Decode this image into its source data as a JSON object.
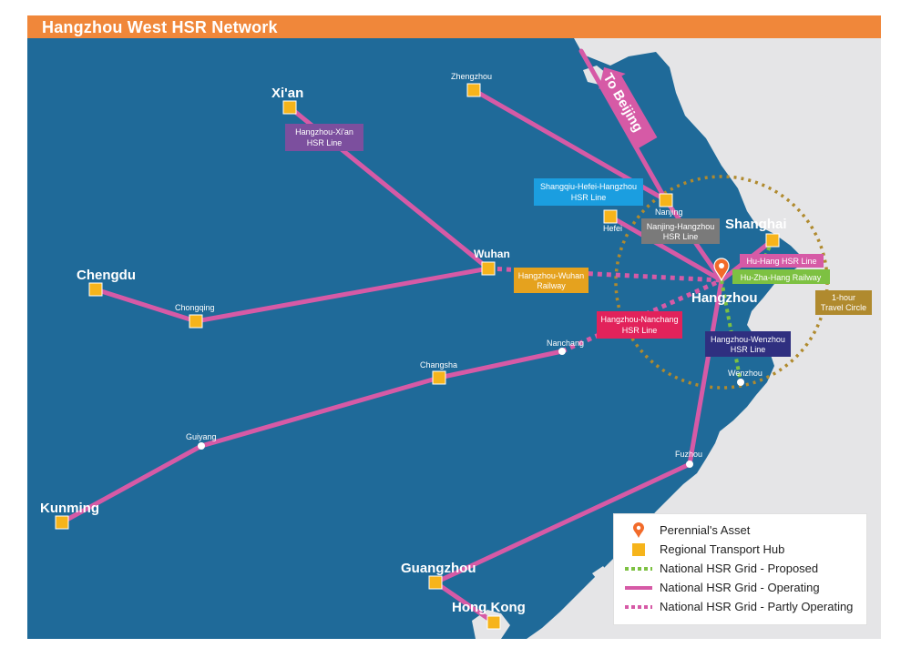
{
  "header": {
    "title": "Hangzhou West HSR Network"
  },
  "colors": {
    "sea": "#1f6a99",
    "land": "#e5e5e7",
    "line_operating": "#d65aa6",
    "line_proposed": "#7dc142",
    "hub": "#f6b41b",
    "asset": "#f26b2a",
    "circle": "#b08a2e",
    "header": "#f0873a"
  },
  "cities": {
    "xian": "Xi'an",
    "zhengzhou": "Zhengzhou",
    "chengdu": "Chengdu",
    "chongqing": "Chongqing",
    "wuhan": "Wuhan",
    "nanjing": "Nanjing",
    "hefei": "Hefei",
    "shanghai": "Shanghai",
    "hangzhou": "Hangzhou",
    "nanchang": "Nanchang",
    "changsha": "Changsha",
    "wenzhou": "Wenzhou",
    "guiyang": "Guiyang",
    "fuzhou": "Fuzhou",
    "kunming": "Kunming",
    "guangzhou": "Guangzhou",
    "hongkong": "Hong Kong"
  },
  "line_labels": {
    "xian_line": [
      "Hangzhou-Xi'an",
      "HSR Line"
    ],
    "shangqiu_line": [
      "Shangqiu-Hefei-Hangzhou",
      "HSR Line"
    ],
    "nanjing_line": [
      "Nanjing-Hangzhou",
      "HSR Line"
    ],
    "wuhan_line": [
      "Hangzhou-Wuhan",
      "Railway"
    ],
    "nanchang_line": [
      "Hangzhou-Nanchang",
      "HSR Line"
    ],
    "huhang_line": [
      "Hu-Hang HSR Line"
    ],
    "huzhahang_line": [
      "Hu-Zha-Hang Railway"
    ],
    "wenzhou_line": [
      "Hangzhou-Wenzhou",
      "HSR Line"
    ],
    "travel_circle": [
      "1-hour",
      "Travel Circle"
    ]
  },
  "to_beijing": "To Beijing",
  "legend": {
    "asset": "Perennial's Asset",
    "hub": "Regional Transport Hub",
    "proposed": "National HSR Grid - Proposed",
    "operating": "National HSR Grid - Operating",
    "partly": "National HSR Grid - Partly Operating"
  }
}
